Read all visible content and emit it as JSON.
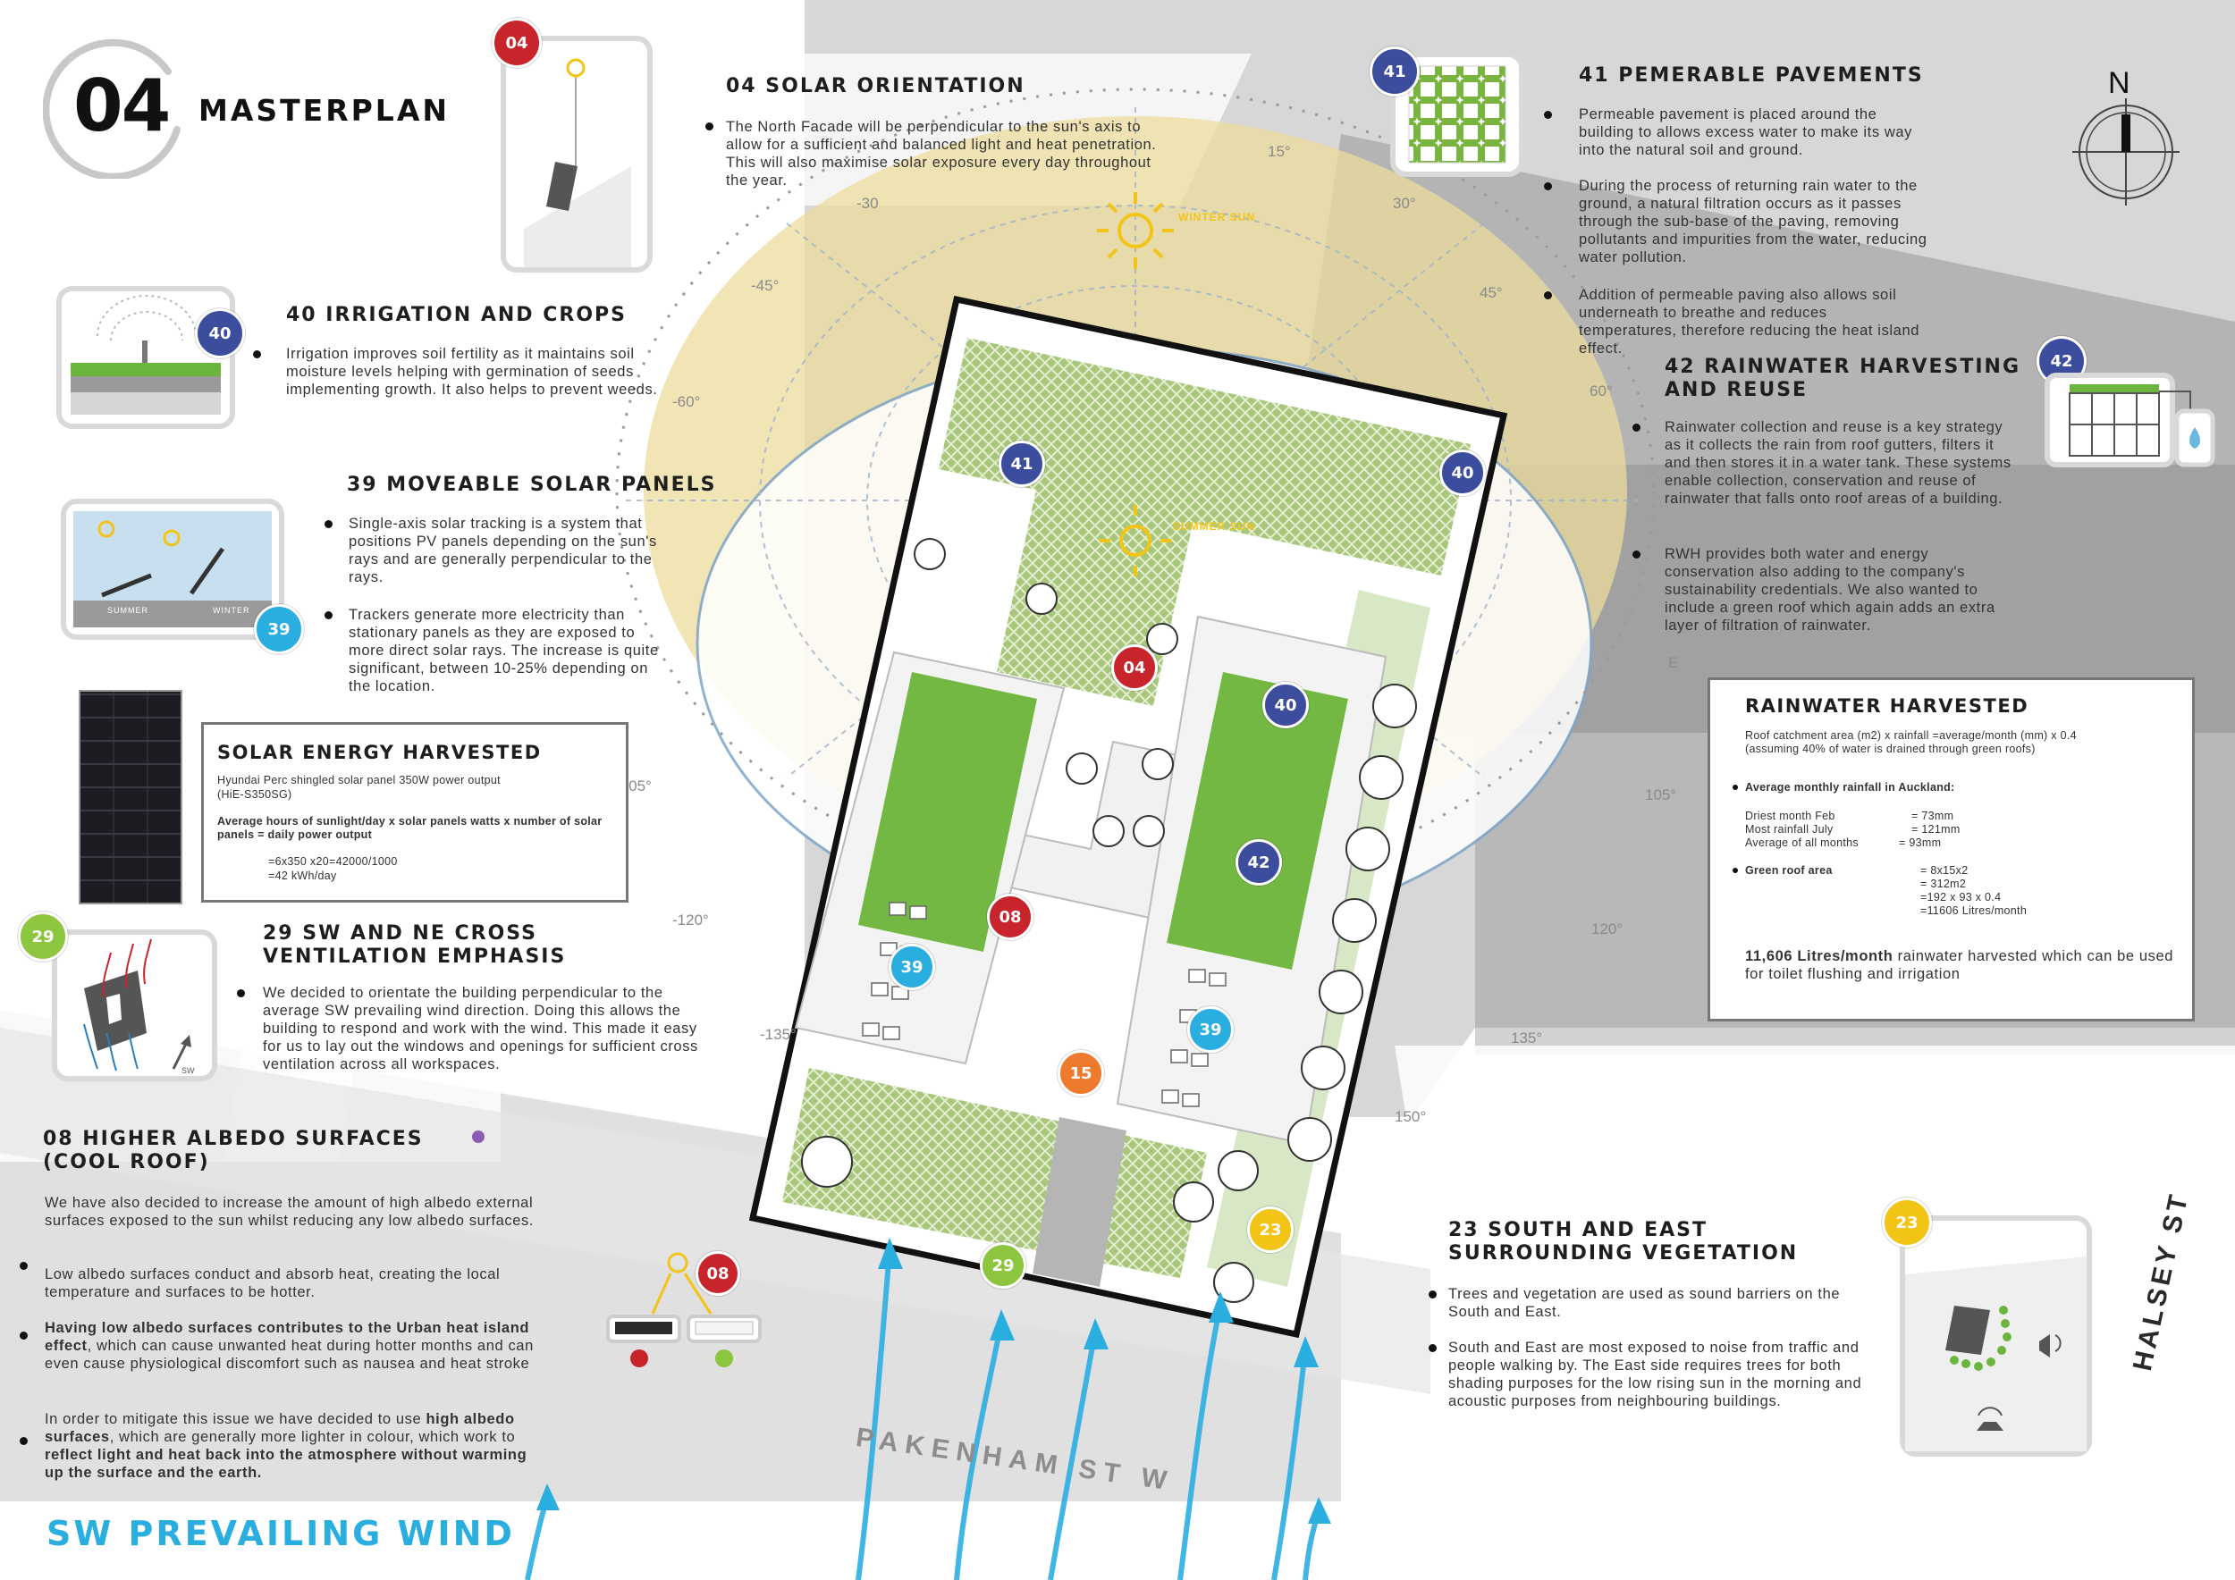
{
  "header": {
    "number": "04",
    "title": "MASTERPLAN"
  },
  "compass": {
    "north": "N"
  },
  "colors": {
    "navy": "#3d4d9e",
    "red": "#c7252b",
    "blue": "#2aaee0",
    "green": "#8cc63f",
    "orange": "#ee7a2e",
    "yellow": "#f2c416",
    "wind": "#2aaee0"
  },
  "solar_orientation": {
    "badge": "04",
    "title": "04 SOLAR ORIENTATION",
    "text": "The North Facade will be perpendicular to the sun's axis to allow for a sufficient and balanced light and heat penetration. This will also maximise solar exposure every day throughout the year."
  },
  "permeable": {
    "badge": "41",
    "title": "41 PEMERABLE PAVEMENTS",
    "bullets": [
      "Permeable pavement is placed around the building to allows excess water to make its way into the natural soil and ground.",
      "During the process of returning rain water to the ground, a natural filtration occurs as it passes through the sub-base of the paving, removing pollutants and impurities from the water, reducing water pollution.",
      "Addition of permeable paving also allows soil underneath to breathe and reduces temperatures, therefore reducing the heat island effect."
    ]
  },
  "irrigation": {
    "badge": "40",
    "title": "40 IRRIGATION AND CROPS",
    "text": "Irrigation improves soil fertility as it maintains soil moisture levels helping with germination of seeds implementing growth. It also helps to prevent weeds."
  },
  "solar_panels": {
    "badge": "39",
    "title": "39 MOVEABLE SOLAR PANELS",
    "bullets": [
      "Single-axis solar tracking is a system that positions PV panels depending on the sun's rays and are generally perpendicular to the rays.",
      "Trackers generate more electricity than stationary panels as they are exposed to more direct solar rays. The increase is quite significant, between 10-25% depending on the location."
    ],
    "card_labels": [
      "SUMMER",
      "WINTER"
    ]
  },
  "solar_energy": {
    "title": "SOLAR ENERGY HARVESTED",
    "line1": "Hyundai Perc shingled solar panel 350W power output",
    "line2": "(HiE-S350SG)",
    "formula": "Average hours of sunlight/day x solar panels watts x number of solar panels = daily power output",
    "calc1": "=6x350 x20=42000/1000",
    "calc2": "=42 kWh/day"
  },
  "rainwater": {
    "badge": "42",
    "title": "42 RAINWATER HARVESTING AND REUSE",
    "bullets": [
      "Rainwater collection and reuse is a key strategy as it collects the rain from roof gutters, filters it and then stores it in a water tank. These systems enable collection, conservation and reuse of rainwater that falls onto roof areas of a building.",
      "RWH provides both water and energy conservation also adding to the company's sustainability credentials. We also wanted to include a green roof which again adds an extra layer of filtration of rainwater."
    ]
  },
  "rain_harvested": {
    "title": "RAINWATER HARVESTED",
    "formula1": "Roof catchment area (m2) x rainfall =average/month (mm) x 0.4",
    "formula2": "(assuming 40% of water is drained through green roofs)",
    "avg_label": "Average monthly rainfall in Auckland:",
    "rows": [
      {
        "label": "Driest month Feb",
        "value": "= 73mm"
      },
      {
        "label": "Most rainfall July",
        "value": "= 121mm"
      },
      {
        "label": "Average of all months",
        "value": "= 93mm"
      }
    ],
    "green_label": "Green roof area",
    "green_values": [
      "= 8x15x2",
      "= 312m2",
      "=192 x 93 x 0.4",
      "=11606 Litres/month"
    ],
    "result_bold": "11,606 Litres/month",
    "result_rest": " rainwater harvested which can be used for toilet flushing and irrigation"
  },
  "ventilation": {
    "badge": "29",
    "title": "29 SW AND NE CROSS VENTILATION EMPHASIS",
    "text": "We decided to orientate the building perpendicular to the average SW prevailing wind direction. Doing this allows the building to respond and work with the wind. This made it easy for us to lay out the windows and openings for sufficient cross ventilation across all workspaces.",
    "card_label": "SW"
  },
  "albedo": {
    "badge": "08",
    "title": "08 HIGHER ALBEDO SURFACES (COOL ROOF)",
    "p1": "We have also decided to increase the amount of high albedo external surfaces exposed to the sun whilst reducing any low albedo surfaces.",
    "p2": "Low albedo surfaces conduct and absorb heat, creating the local temperature and surfaces to be hotter.",
    "p3_bold": "Having low albedo surfaces contributes to the Urban heat island effect",
    "p3_rest": ", which can cause unwanted heat during hotter months and can even cause physiological discomfort such as nausea and heat stroke",
    "p4_a": "In order to mitigate this issue we have decided to use ",
    "p4_b": "high albedo surfaces",
    "p4_c": ", which are generally more lighter in colour, which work to ",
    "p4_d": "reflect light and heat back into the atmosphere without warming up the surface and the earth."
  },
  "vegetation": {
    "badge": "23",
    "title": "23 SOUTH AND EAST SURROUNDING VEGETATION",
    "bullets": [
      "Trees and vegetation are used  as sound barriers on the South and East.",
      "South and East are most exposed to noise from traffic and people walking by. The East side requires trees for both shading purposes for the low rising sun in the morning and acoustic purposes from neighbouring buildings."
    ]
  },
  "wind_label": "SW PREVAILING WIND",
  "streets": {
    "pakenham": "PAKENHAM ST W",
    "halsey": "HALSEY ST"
  },
  "sun": {
    "winter": "WINTER SUN",
    "summer": "SUMMER SUN"
  },
  "angles": [
    "15°",
    "30°",
    "45°",
    "60°",
    "105°",
    "120°",
    "135°",
    "150°",
    "-30",
    "-45°",
    "-60°",
    "-105°",
    "-120°",
    "-135°",
    "E"
  ],
  "map_badges": [
    "41",
    "40",
    "04",
    "40",
    "42",
    "08",
    "39",
    "39",
    "15",
    "29",
    "23"
  ]
}
